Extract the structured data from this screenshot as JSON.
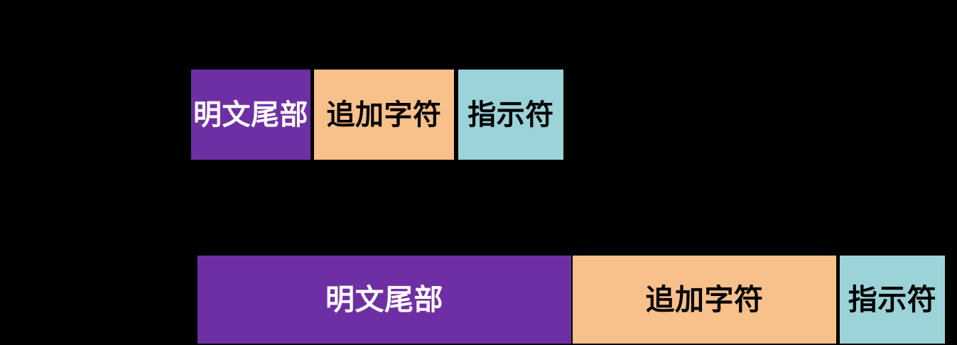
{
  "diagram": {
    "background_color": "#000000",
    "palette": {
      "plaintext_fill": "#6F2FA4",
      "plaintext_text": "#FFFFFF",
      "padding_fill": "#F8C08A",
      "padding_text": "#000000",
      "indicator_fill": "#9BD3D9",
      "indicator_text": "#000000"
    },
    "rows": [
      {
        "name": "compact-row",
        "segments": [
          {
            "label": "明文尾部",
            "role": "plaintext-tail"
          },
          {
            "label": "追加字符",
            "role": "padding-bytes"
          },
          {
            "label": "指示符",
            "role": "padding-indicator"
          }
        ]
      },
      {
        "name": "expanded-row",
        "segments": [
          {
            "label": "明文尾部",
            "role": "plaintext-tail"
          },
          {
            "label": "追加字符",
            "role": "padding-bytes"
          },
          {
            "label": "指示符",
            "role": "padding-indicator"
          }
        ]
      }
    ]
  }
}
